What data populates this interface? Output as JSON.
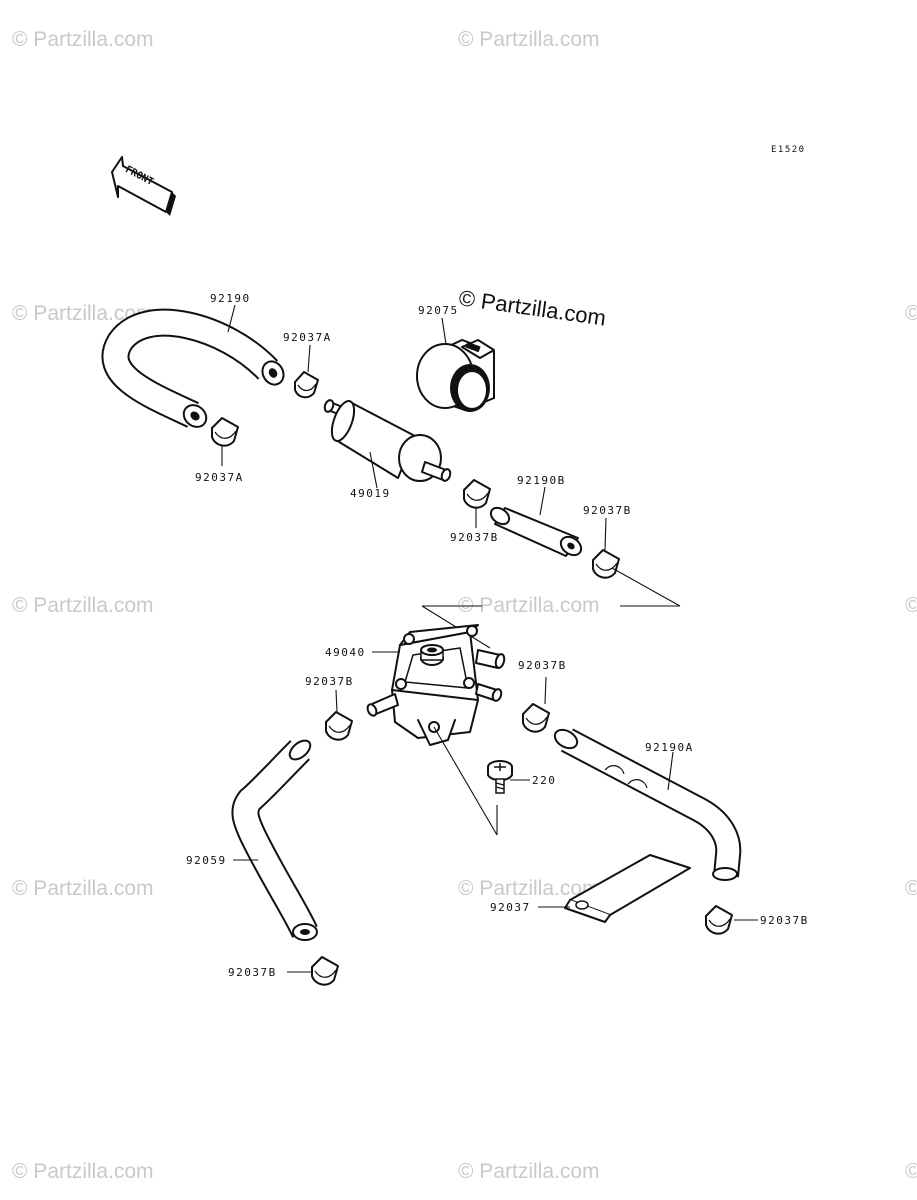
{
  "diagram": {
    "code": "E1520",
    "front_arrow_label": "FRONT",
    "watermark": "© Partzilla.com",
    "watermark_center": "© Partzilla.com",
    "labels": {
      "hose_92190": "92190",
      "clamp_top_right": "92037A",
      "clamp_left_bottom": "92037A",
      "filter_49019": "49019",
      "holder_92075": "92075",
      "clamp_filter_out": "92037B",
      "hose_92190B": "92190B",
      "clamp_hose_end": "92037B",
      "pump_49040": "49040",
      "clamp_pump_left": "92037B",
      "clamp_pump_right": "92037B",
      "hose_92190A": "92190A",
      "bolt_220": "220",
      "hose_92059": "92059",
      "bracket_92037": "92037",
      "clamp_far_right": "92037B",
      "clamp_bottom": "92037B"
    }
  }
}
